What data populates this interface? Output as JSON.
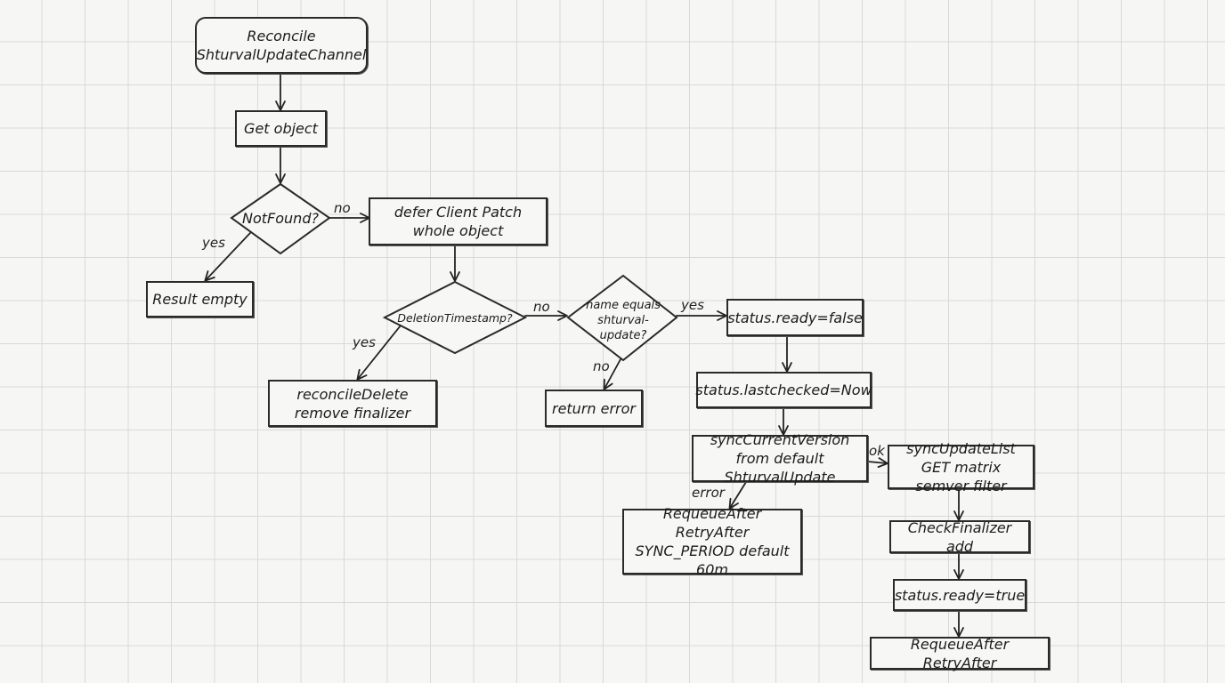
{
  "nodes": {
    "start": "Reconcile ShturvalUpdateChannel",
    "get_object": "Get object",
    "not_found": "NotFound?",
    "defer_patch": "defer Client Patch whole object",
    "result_empty": "Result empty",
    "deletion_ts": "DeletionTimestamp?",
    "reconcile_delete": "reconcileDelete remove finalizer",
    "name_equals": "name equals shturval-update?",
    "return_error": "return error",
    "status_ready_false": "status.ready=false",
    "status_lastchecked": "status.lastchecked=Now",
    "sync_current_version": "syncCurrentVersion from default ShturvalUpdate",
    "requeue_sync_period": "RequeueAfter RetryAfter SYNC_PERIOD default 60m",
    "sync_update_list": "syncUpdateList GET matrix semver filter",
    "check_finalizer": "CheckFinalizer add",
    "status_ready_true": "status.ready=true",
    "requeue_retry": "RequeueAfter RetryAfter"
  },
  "edge_labels": {
    "notfound_no": "no",
    "notfound_yes": "yes",
    "deletion_no": "no",
    "deletion_yes": "yes",
    "name_yes": "yes",
    "name_no": "no",
    "sync_ok": "ok",
    "sync_error": "error"
  }
}
